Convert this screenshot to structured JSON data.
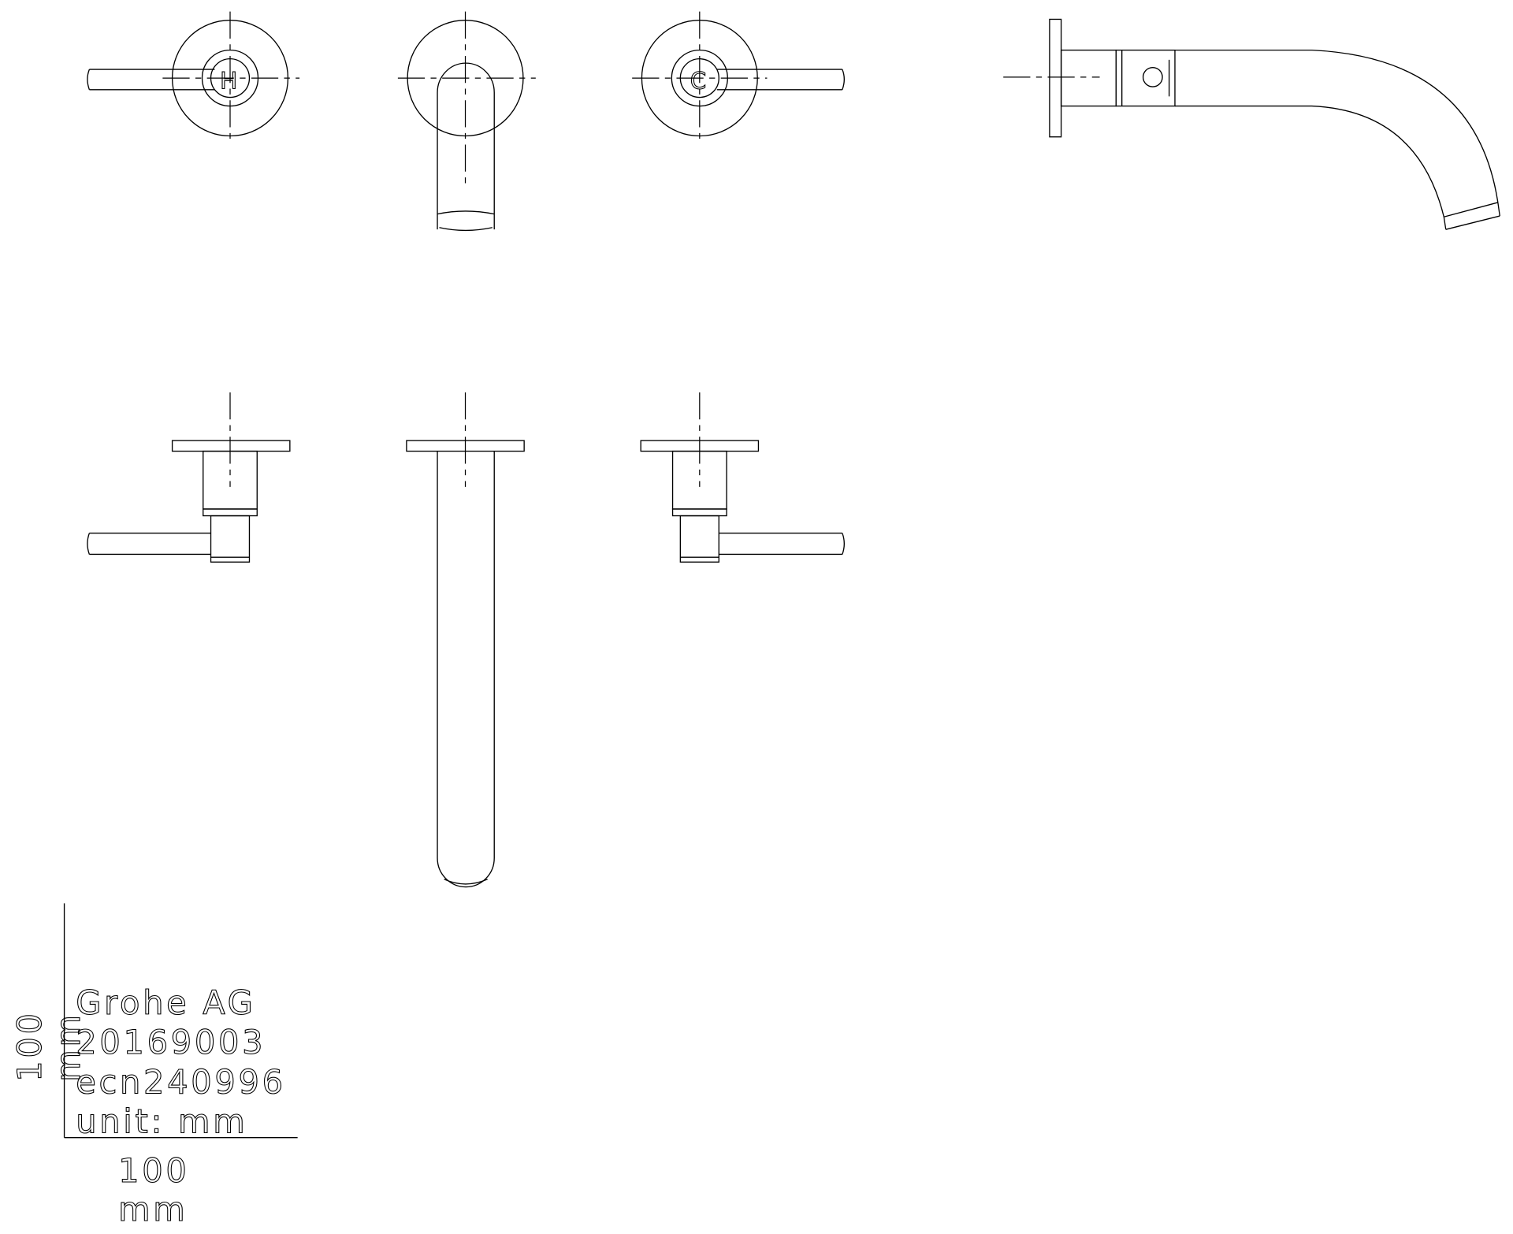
{
  "title_block": {
    "company": "Grohe AG",
    "part_number": "20169003",
    "ecn": "ecn240996",
    "unit": "unit: mm"
  },
  "scale_bar": {
    "horizontal_value": "100",
    "horizontal_unit": "mm",
    "vertical_value": "100",
    "vertical_unit": "mm"
  },
  "handle_labels": {
    "hot": "H",
    "cold": "C"
  },
  "colors": {
    "line": "#000000",
    "background": "#ffffff"
  }
}
